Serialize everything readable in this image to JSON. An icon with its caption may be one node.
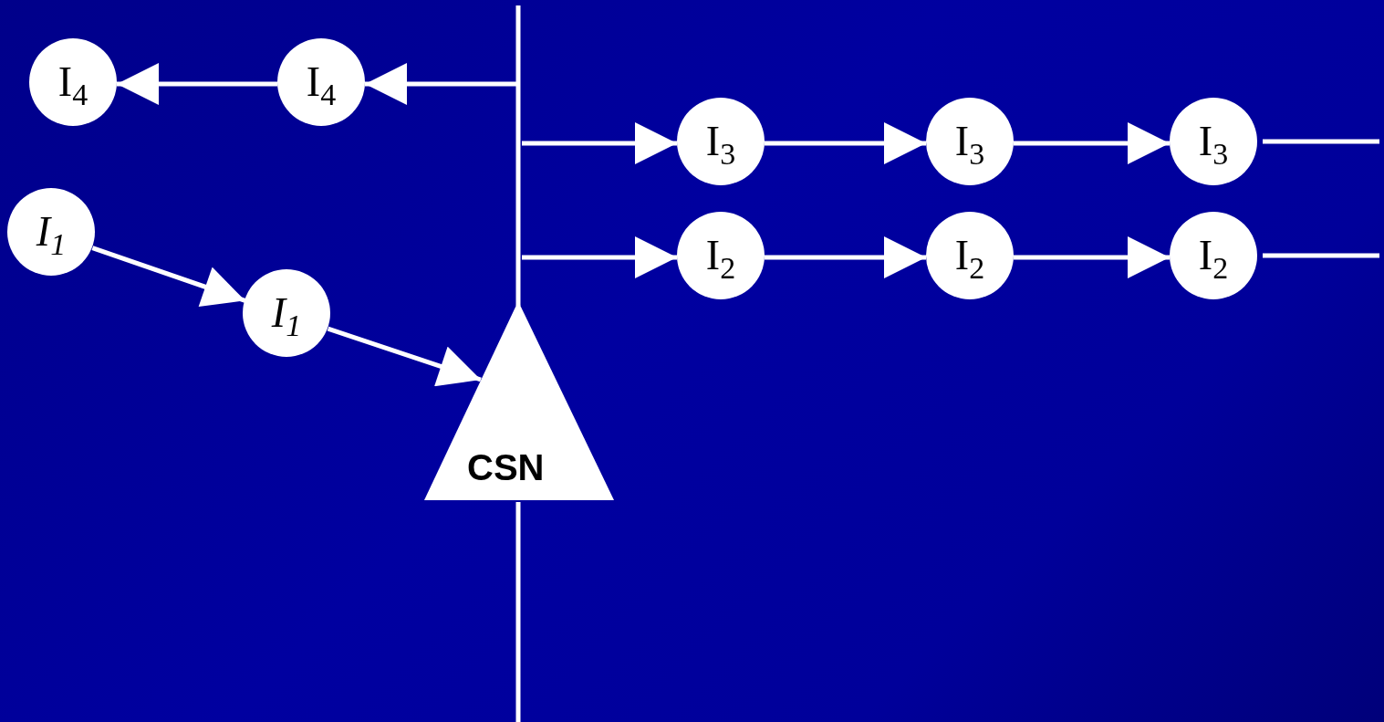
{
  "diagram": {
    "nodes": [
      {
        "text": [
          "I$_{4}$"
        ]
      },
      {
        "text": [
          "I$_{4}$"
        ]
      },
      {
        "text": [
          "I$_{3}$"
        ]
      },
      {
        "text": [
          "I$_{3}$"
        ]
      },
      {
        "text": [
          "I$_{3}$"
        ]
      },
      {
        "text": [
          "I$_{1}$"
        ]
      },
      {
        "text": [
          "I$_{2}$"
        ]
      },
      {
        "text": [
          "I$_{2}$"
        ]
      },
      {
        "text": [
          "I$_{2}$"
        ]
      },
      {
        "text": [
          "I$_{1}$"
        ]
      },
      {
        "text": [
          "CSN"
        ]
      }
    ],
    "edges": [
      {
        "from": 10,
        "to": 1,
        "arrow": "to"
      },
      {
        "from": 1,
        "to": 0,
        "arrow": "to"
      },
      {
        "from": 10,
        "to": 2,
        "arrow": "to"
      },
      {
        "from": 2,
        "to": 3,
        "arrow": "to"
      },
      {
        "from": 3,
        "to": 4,
        "arrow": "to"
      },
      {
        "from": 4,
        "to": null,
        "arrow": "none"
      },
      {
        "from": 10,
        "to": 6,
        "arrow": "to"
      },
      {
        "from": 6,
        "to": 7,
        "arrow": "to"
      },
      {
        "from": 7,
        "to": 8,
        "arrow": "to"
      },
      {
        "from": 8,
        "to": null,
        "arrow": "none"
      },
      {
        "from": 5,
        "to": 9,
        "arrow": "to"
      },
      {
        "from": 9,
        "to": 10,
        "arrow": "to"
      }
    ]
  }
}
